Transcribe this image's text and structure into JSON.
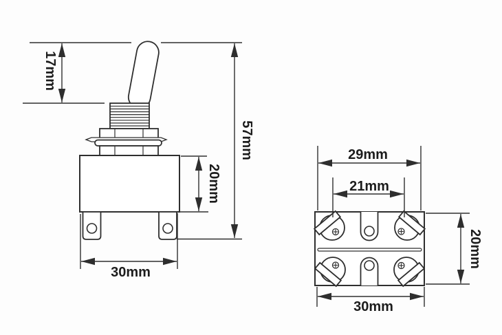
{
  "colors": {
    "background": "#fdfdfd",
    "line": "#2e2e2e",
    "text": "#1c1c1c"
  },
  "side_view": {
    "lever_height_label": "17mm",
    "total_height_label": "57mm",
    "body_height_label": "20mm",
    "body_width_label": "30mm"
  },
  "bottom_view": {
    "top_width_label": "29mm",
    "terminal_spacing_label": "21mm",
    "height_label": "20mm",
    "width_label": "30mm"
  }
}
